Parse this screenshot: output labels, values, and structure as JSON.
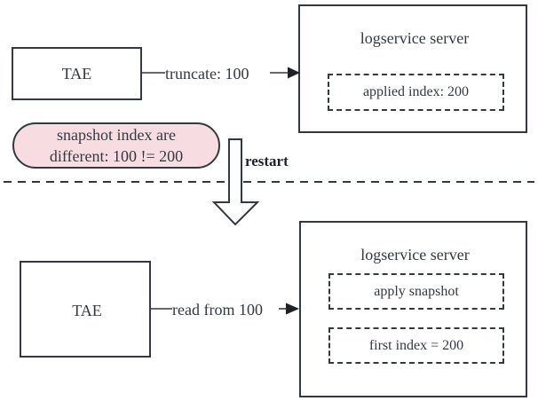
{
  "diagram": {
    "title_semantics": "logservice snapshot index mismatch and restart recovery flow",
    "colors": {
      "stroke": "#333940",
      "bubble_fill": "#f7dde1",
      "background": "#ffffff"
    },
    "top_section": {
      "client_box": {
        "label": "TAE"
      },
      "edge": {
        "label": "truncate: 100",
        "direction": "right"
      },
      "server_box": {
        "title": "logservice server",
        "items": [
          {
            "label": "applied index: 200"
          }
        ]
      }
    },
    "note_bubble": {
      "line1": "snapshot index are",
      "line2": "different: 100 != 200"
    },
    "transition": {
      "label": "restart",
      "arrow_direction": "down"
    },
    "divider": {
      "style": "dashed"
    },
    "bottom_section": {
      "client_box": {
        "label": "TAE"
      },
      "edge": {
        "label": "read from 100",
        "direction": "right"
      },
      "server_box": {
        "title": "logservice server",
        "items": [
          {
            "label": "apply snapshot"
          },
          {
            "label": "first index = 200"
          }
        ]
      }
    }
  }
}
